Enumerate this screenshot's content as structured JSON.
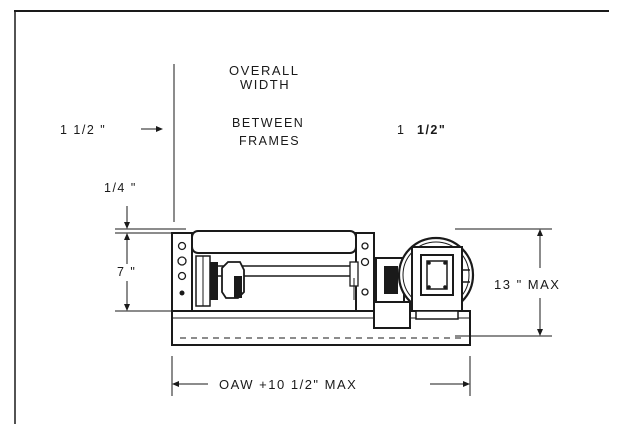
{
  "drawing": {
    "labels": {
      "overall": "OVERALL",
      "width": "WIDTH",
      "between": "BETWEEN",
      "frames": "FRAMES",
      "left_margin": "1 1/2 \"",
      "right_margin_num": "1",
      "right_margin_frac": "1/2\"",
      "top_offset": "1/4 \"",
      "frame_height": "7 \"",
      "max_height": "13 \" MAX",
      "bottom_width": "OAW +10 1/2\" MAX"
    }
  }
}
